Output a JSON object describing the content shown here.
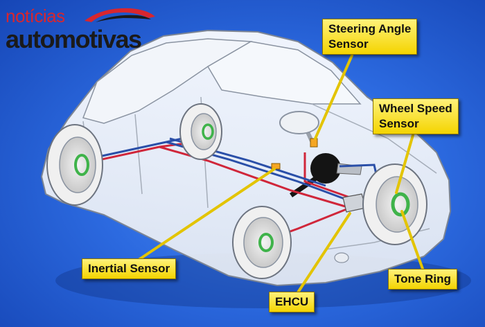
{
  "logo": {
    "line1": "notícias",
    "line2": "automotivas"
  },
  "labels": {
    "steering_angle": [
      "Steering Angle",
      "Sensor"
    ],
    "wheel_speed": [
      "Wheel Speed",
      "Sensor"
    ],
    "inertial": "Inertial Sensor",
    "ehcu": "EHCU",
    "tone_ring": "Tone Ring"
  },
  "colors": {
    "background": "#2c6ae0",
    "label_fill": "#f9e63c",
    "brake_line_red": "#d0263a",
    "brake_line_blue": "#2a4fa8",
    "sensor_green": "#3fb34a",
    "sensor_orange": "#f5a623"
  }
}
